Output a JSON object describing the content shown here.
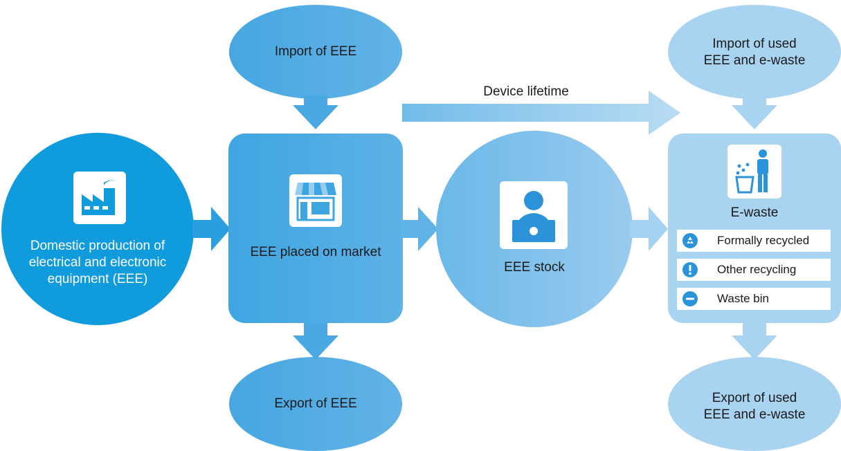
{
  "nodes": {
    "import_eee": "Import of EEE",
    "export_eee": "Export of EEE",
    "domestic_production": "Domestic production of\nelectrical and electronic\nequipment (EEE)",
    "placed_on_market": "EEE placed on market",
    "eee_stock": "EEE stock",
    "import_used": "Import of used\nEEE and e-waste",
    "export_used": "Export of used\nEEE and e-waste",
    "ewaste": "E-waste"
  },
  "flows": {
    "device_lifetime": "Device lifetime"
  },
  "ewaste_streams": [
    {
      "label": "Formally recycled",
      "icon": "recycle-icon"
    },
    {
      "label": "Other recycling",
      "icon": "exclamation-icon"
    },
    {
      "label": "Waste bin",
      "icon": "minus-icon"
    }
  ],
  "icons": {
    "domestic_production": "factory-icon",
    "placed_on_market": "shop-icon",
    "eee_stock": "user-laptop-icon",
    "ewaste": "trash-bin-icon"
  },
  "colors": {
    "domestic": "#0f9bdc",
    "market": "#46a8e2",
    "stock": "#7dbfec",
    "ewaste": "#a8d3f1",
    "icon_blue": "#2a93d9",
    "text_dark": "#1a1a1a",
    "text_light": "#ffffff"
  }
}
